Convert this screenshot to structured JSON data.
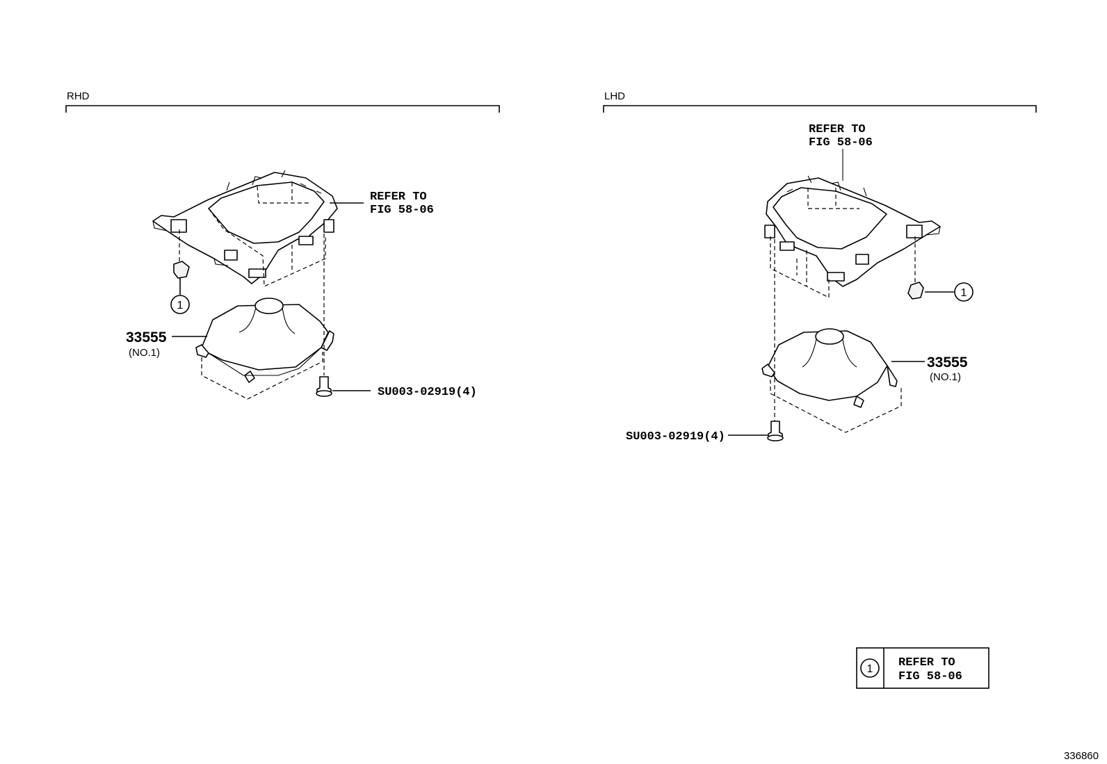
{
  "sections": {
    "rhd": {
      "label": "RHD",
      "refer_line1": "REFER TO",
      "refer_line2": "FIG 58-06",
      "part_number": "33555",
      "part_sub": "(NO.1)",
      "screw_code": "SU003-02919(4)",
      "clip_ref": "1"
    },
    "lhd": {
      "label": "LHD",
      "refer_line1": "REFER TO",
      "refer_line2": "FIG 58-06",
      "part_number": "33555",
      "part_sub": "(NO.1)",
      "screw_code": "SU003-02919(4)",
      "clip_ref": "1"
    }
  },
  "legend": {
    "ref": "1",
    "line1": "REFER TO",
    "line2": "FIG 58-06"
  },
  "figure_number": "336860"
}
